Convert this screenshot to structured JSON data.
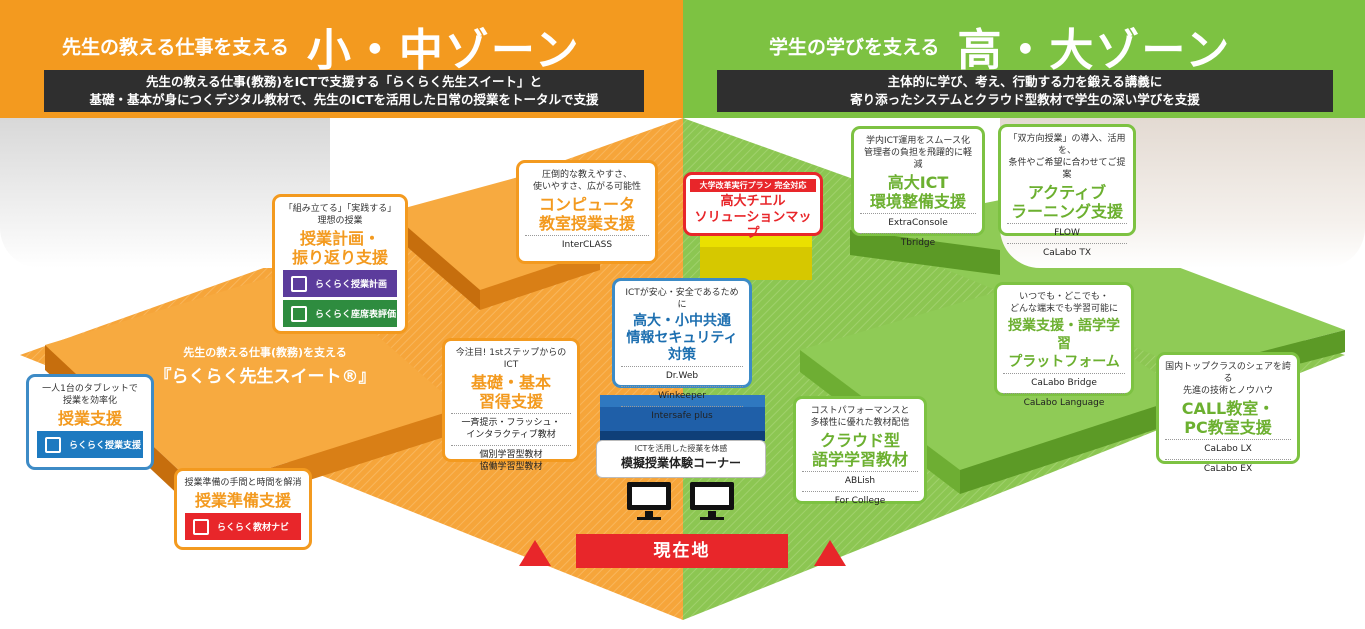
{
  "left_zone": {
    "subtitle": "先生の教える仕事を支える",
    "title": "小・中ゾーン",
    "desc_line1": "先生の教える仕事(教務)をICTで支援する「らくらく先生スイート」と",
    "desc_line2": "基礎・基本が身につくデジタル教材で、先生のICTを活用した日常の授業をトータルで支援"
  },
  "right_zone": {
    "subtitle": "学生の学びを支える",
    "title": "高・大ゾーン",
    "desc_line1": "主体的に学び、考え、行動する力を鍛える講義に",
    "desc_line2": "寄り添ったシステムとクラウド型教材で学生の深い学びを支援"
  },
  "boxes": {
    "lesson_plan": {
      "intro1": "「組み立てる」「実践する」",
      "intro2": "理想の授業",
      "title1": "授業計画・",
      "title2": "振り返り支援",
      "btn1": "らくらく授業計画",
      "btn2": "らくらく座席表評価"
    },
    "computer": {
      "intro1": "圧倒的な教えやすさ、",
      "intro2": "使いやすさ、広がる可能性",
      "title1": "コンピュータ",
      "title2": "教室授業支援",
      "prod1": "InterCLASS"
    },
    "suite": {
      "line1": "先生の教える仕事(教務)を支える",
      "line2": "『らくらく先生スイート®』"
    },
    "tablet": {
      "intro1": "一人1台のタブレットで",
      "intro2": "授業を効率化",
      "title1": "授業支援",
      "btn1": "らくらく授業支援"
    },
    "basics": {
      "intro1": "今注目! 1stステップからのICT",
      "title1": "基礎・基本",
      "title2": "習得支援",
      "prod1a": "一斉提示・フラッシュ・",
      "prod1b": "インタラクティブ教材",
      "prod2a": "個別学習型教材",
      "prod2b": "協働学習型教材"
    },
    "prep": {
      "intro1": "授業準備の手間と時間を解消",
      "title1": "授業準備支援",
      "btn1": "らくらく教材ナビ"
    },
    "chiel": {
      "tag": "大学改革実行プラン 完全対応",
      "title1": "高大チエル",
      "title2": "ソリューションマップ"
    },
    "security": {
      "intro1": "ICTが安心・安全であるために",
      "title1": "高大・小中共通",
      "title2": "情報セキュリティ対策",
      "prod1": "Dr.Web",
      "prod2": "Winkeeper",
      "prod3": "Intersafe plus"
    },
    "ict_env": {
      "intro1": "学内ICT運用をスムース化",
      "intro2": "管理者の負担を飛躍的に軽減",
      "title1": "高大ICT",
      "title2": "環境整備支援",
      "prod1": "ExtraConsole",
      "prod2": "Tbridge"
    },
    "active": {
      "intro1": "「双方向授業」の導入、活用を、",
      "intro2": "条件やご希望に合わせてご提案",
      "title1": "アクティブ",
      "title2": "ラーニング支援",
      "prod1": "FLOW",
      "prod2": "CaLabo TX"
    },
    "platform": {
      "intro1": "いつでも・どこでも・",
      "intro2": "どんな端末でも学習可能に",
      "title1": "授業支援・語学学習",
      "title2": "プラットフォーム",
      "prod1": "CaLabo Bridge",
      "prod2": "CaLabo Language"
    },
    "call": {
      "intro1": "国内トップクラスのシェアを誇る",
      "intro2": "先進の技術とノウハウ",
      "title1": "CALL教室・",
      "title2": "PC教室支援",
      "prod1": "CaLabo LX",
      "prod2": "CaLabo EX"
    },
    "cloud": {
      "intro1": "コストパフォーマンスと",
      "intro2": "多様性に優れた教材配信",
      "title1": "クラウド型",
      "title2": "語学学習教材",
      "prod1": "ABLish",
      "prod2": "For College"
    }
  },
  "corner": {
    "sub": "ICTを活用した授業を体感",
    "title": "模擬授業体験コーナー"
  },
  "current_location": "現在地",
  "colors": {
    "orange": "#f39a1f",
    "green": "#7dc242",
    "red": "#e8262a",
    "blue": "#3d8bc6",
    "dark": "#2f2f2f"
  }
}
